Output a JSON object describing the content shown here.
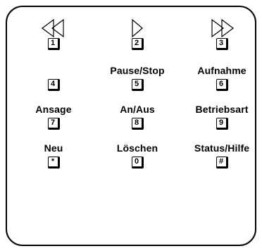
{
  "keypad": {
    "icons": {
      "key1": "rewind-icon",
      "key2": "play-icon",
      "key3": "fast-forward-icon"
    },
    "keys": {
      "k1": "1",
      "k2": "2",
      "k3": "3",
      "k4": "4",
      "k5": "5",
      "k6": "6",
      "k7": "7",
      "k8": "8",
      "k9": "9",
      "kstar": "*",
      "k0": "0",
      "khash": "#"
    },
    "labels": {
      "k5": "Pause/Stop",
      "k6": "Aufnahme",
      "k7": "Ansage",
      "k8": "An/Aus",
      "k9": "Betriebsart",
      "kstar": "Neu",
      "k0": "Löschen",
      "khash": "Status/Hilfe"
    }
  }
}
